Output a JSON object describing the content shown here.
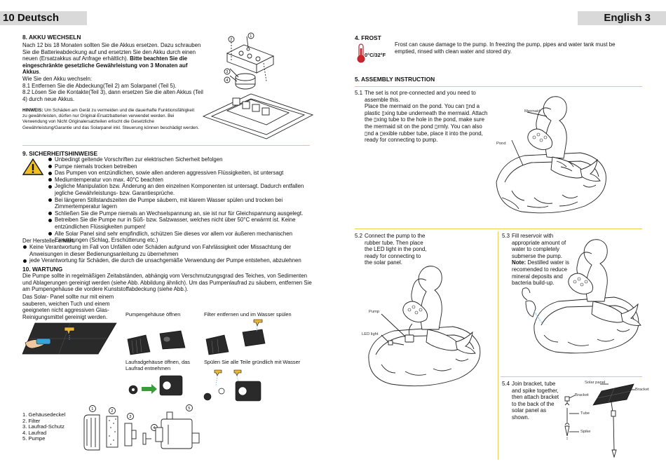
{
  "header": {
    "left": "10 Deutsch",
    "right": "English 3"
  },
  "s8": {
    "heading": "8. AKKU WECHSELN",
    "para1": "Nach 12 bis 18 Monaten sollten Sie die Akkus ersetzen. Dazu schrauben Sie die Batterieabdeckung auf und ersetzten Sie den Akku durch einen neuen (Ersatzakkus auf Anfrage erhältlich). ",
    "para1_bold": "Bitte beachten Sie die eingeschränkte gesetzliche Gewährleistung von 3 Monaten auf Akkus",
    "para1_end": ".",
    "lead": "Wie Sie den Akku wechseln:",
    "step1": "8.1 Entfernen Sie die Abdeckung(Teil 2) am Solarpanel (Teil 5).",
    "step2": "8.2 Lösen Sie die Kontakte(Teil 3), dann ersetzen Sie die alten Akkus (Teil 4) durch neue Akkus.",
    "hint_label": "HINWEIS:",
    "hint": " Um Schäden am Gerät zu vermeiden und die dauerhafte Funktionsfähigkeit zu gewährleisten, dürfen nur Original-Ersatzbatterien verwendet werden. Bei Verwendung von Nicht Originalersatzteilen erlischt die Gesetzliche Gewährleistung/Garantie und das Solarpanel inkl. Steuerung können beschädigt werden.",
    "callouts": [
      "1",
      "2",
      "3",
      "4"
    ]
  },
  "s9": {
    "heading": "9. SICHERHEITSHINWEISE",
    "items": [
      "Unbedingt geltende Vorschriften zur elektrischen Sicherheit befolgen",
      "Pumpe niemals trocken betreiben",
      "Das Pumpen von entzündlichen, sowie allen anderen aggressiven Flüssigkeiten, ist untersagt",
      "Mediumtemperatur von max. 40°C beachten",
      "Jegliche Manipulation bzw. Änderung an den einzelnen Komponenten ist untersagt. Dadurch entfallen jegliche Gewährleistungs- bzw. Garantiesprüche.",
      "Bei längeren Stillstandszeiten die Pumpe säubern, mit klarem Wasser spülen und trocken bei Zimmertemperatur lagern",
      "Schließen Sie die Pumpe niemals an Wechselspannung an, sie ist nur für Gleichspannung ausgelegt.",
      "Betreiben Sie die Pumpe nur in Süß- bzw. Salzwasser, welches nicht über 50°C erwärmt ist. Keine entzündlichen Flüssigkeiten pumpen!",
      "Alle Solar Panel sind sehr empfindlich, schützen Sie dieses vor allem vor äußeren mechanischen Einwirkungen (Schlag, Erschütterung etc.)"
    ],
    "maker_lead": "Der Hersteller erklärt,",
    "maker_items": [
      "Keine Verantwortung im Fall von Unfällen oder Schäden aufgrund von Fahrlässigkeit oder Missachtung der Anweisungen in dieser Bedienungsanleitung zu übernehmen",
      "jede Verantwortung für Schäden, die durch die unsachgemäße Verwendung der Pumpe entstehen, abzulehnen"
    ]
  },
  "s10": {
    "heading": "10. WARTUNG",
    "para": "Die Pumpe sollte in regelmäßigen  Zeitabständen, abhängig vom Verschmutzungsgrad des Teiches, von Sedimenten und Ablagerungen gereinigt werden (siehe Abb. Abbildung ähnlich). Um das Pumpenlaufrad zu säubern, entfernen Sie am Pumpengehäuse die vordere Kunststoffabdeckung (siehe Abb.).",
    "solar_note": "Das Solar- Panel sollte nur mit einem sauberen, weichen Tuch und einem geeigneten nicht aggressiven Glas-Reinigungsmittel gereinigt werden.",
    "cap_open": "Pumpengehäuse öffnen",
    "cap_filter": "Filter entfernen und im Wasser spülen",
    "cap_impeller": "Laufradgehäuse öffnen, das Laufrad entnehmen",
    "cap_rinse": "Spülen Sie alle Teile gründlich mit Wasser",
    "parts": [
      "1. Gehäusedeckel",
      "2. Filter",
      "3. Laufrad-Schutz",
      "4. Laufrad",
      "5. Pumpe"
    ],
    "part_nums": [
      "1",
      "2",
      "3",
      "4",
      "5"
    ]
  },
  "s4": {
    "heading": "4. FROST",
    "temp": "0°C/32°F",
    "text": "Frost can cause damage to the pump. In freezing the pump, pipes and water tank must be emptied, rinsed with clean water and stored dry."
  },
  "s5": {
    "heading": "5. ASSEMBLY INSTRUCTION",
    "step1_num": "5.1",
    "step1_a": "The set is not pre-connected and you need to assemble this.",
    "step1_b": "Place the mermaid on the pond. You can ▯nd a plastic ▯xing tube underneath the mermaid. Attach the ▯xing tube to the hole in the pond, make sure the mermaid sit on the pond ▯rmly. You can also ▯nd a ▯exible rubber tube, place it into the pond, ready for connecting to pump.",
    "lbl_mermaid": "Mermaid",
    "lbl_pond": "Pond",
    "step2_num": "5.2",
    "step2": "Connect the pump to the rubber tube. Then place the LED light in the pond, ready for connecting to the solar panel.",
    "lbl_pump": "Pump",
    "lbl_led": "LED light",
    "step3_num": "5.3",
    "step3": "Fill reservoir with appropriate amount of water to completely submerse the pump.",
    "step3_note_label": "Note:",
    "step3_note": " Destilled water is recomended to reduce mineral deposits and bacteria build-up.",
    "step4_num": "5.4",
    "step4": "Join bracket, tube and spike together, then attach bracket to the back of the solar panel as shown.",
    "lbl_solar": "Solar panel",
    "lbl_bracket1": "Bracket",
    "lbl_bracket2": "Bracket",
    "lbl_tube": "Tube",
    "lbl_spike": "Spike"
  }
}
